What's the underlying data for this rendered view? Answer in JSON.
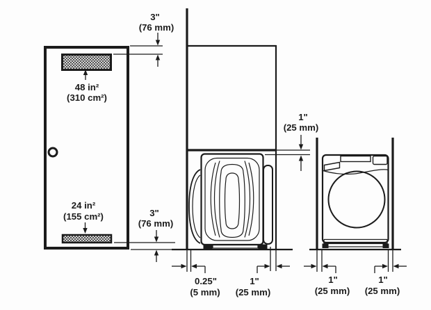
{
  "diagram": {
    "type": "appliance-installation-clearance-drawing",
    "views": {
      "closet_door_front": {
        "top_vent_area": {
          "line1": "48 in²",
          "line2": "(310 cm²)"
        },
        "bottom_vent_area": {
          "line1": "24 in²",
          "line2": "(155 cm²)"
        },
        "top_vent_offset": {
          "value": "3\"",
          "metric": "(76 mm)"
        },
        "bottom_vent_offset": {
          "value": "3\"",
          "metric": "(76 mm)"
        }
      },
      "washer_side": {
        "top_clearance": {
          "value": "1\"",
          "metric": "(25 mm)"
        },
        "front_clearance": {
          "value": "0.25\"",
          "metric": "(5 mm)"
        },
        "rear_clearance": {
          "value": "1\"",
          "metric": "(25 mm)"
        }
      },
      "washer_front": {
        "left_side_clearance": {
          "value": "1\"",
          "metric": "(25 mm)"
        },
        "right_side_clearance": {
          "value": "1\"",
          "metric": "(25 mm)"
        }
      }
    },
    "colors": {
      "line": "#1b1b1b",
      "background": "#fdfdfd"
    }
  }
}
